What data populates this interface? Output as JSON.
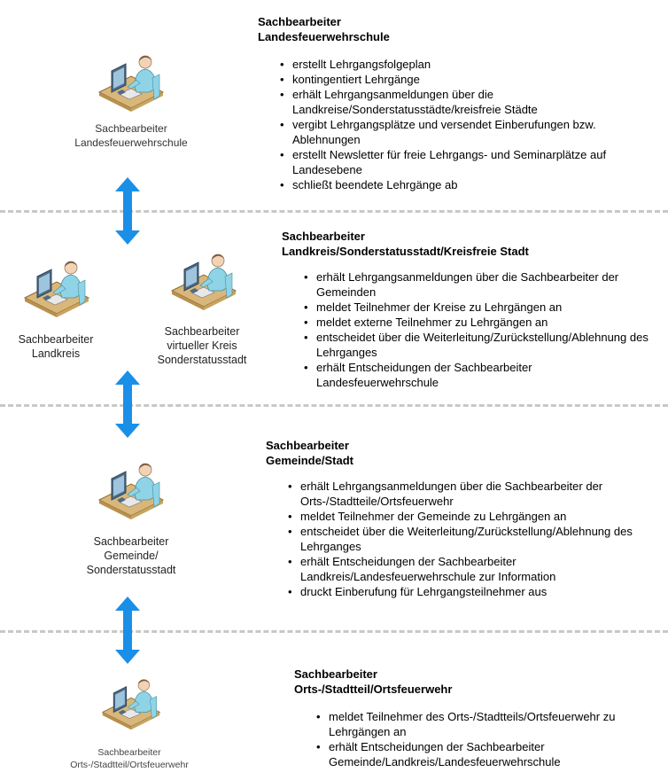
{
  "colors": {
    "arrow": "#1a8fe8",
    "separator": "#c8c8c8",
    "desk": "#d9b77a",
    "person": "#8fd4e6",
    "monitor": "#4d6b85"
  },
  "icons": {
    "role": "clerk-at-computer-icon",
    "connector": "double-arrow-vertical-icon"
  },
  "levels": [
    {
      "title": [
        "Sachbearbeiter",
        "Landesfeuerwehrschule"
      ],
      "caption": [
        "Sachbearbeiter",
        "Landesfeuerwehrschule"
      ],
      "tasks": [
        "erstellt Lehrgangsfolgeplan",
        "kontingentiert Lehrgänge",
        "erhält Lehrgangsanmeldungen über die Landkreise/Sonderstatusstädte/kreisfreie Städte",
        "vergibt Lehrgangsplätze und versendet Einberufungen bzw. Ablehnungen",
        "erstellt Newsletter für freie Lehrgangs- und Seminarplätze auf Landesebene",
        "schließt beendete Lehrgänge ab"
      ]
    },
    {
      "title": [
        "Sachbearbeiter",
        "Landkreis/Sonderstatusstadt/Kreisfreie Stadt"
      ],
      "caption_left": [
        "Sachbearbeiter",
        "Landkreis"
      ],
      "caption_right": [
        "Sachbearbeiter",
        "virtueller Kreis",
        "Sonderstatusstadt"
      ],
      "tasks": [
        "erhält Lehrgangsanmeldungen über die Sachbearbeiter der Gemeinden",
        "meldet Teilnehmer der Kreise zu Lehrgängen an",
        "meldet externe Teilnehmer zu Lehrgängen an",
        "entscheidet über die Weiterleitung/Zurückstellung/Ablehnung des Lehrganges",
        "erhält Entscheidungen der Sachbearbeiter Landesfeuerwehrschule"
      ]
    },
    {
      "title": [
        "Sachbearbeiter",
        "Gemeinde/Stadt"
      ],
      "caption": [
        "Sachbearbeiter",
        "Gemeinde/",
        "Sonderstatusstadt"
      ],
      "tasks": [
        "erhält Lehrgangsanmeldungen über die Sachbearbeiter der Orts-/Stadtteile/Ortsfeuerwehr",
        "meldet Teilnehmer der Gemeinde zu Lehrgängen an",
        "entscheidet über die Weiterleitung/Zurückstellung/Ablehnung des Lehrganges",
        "erhält Entscheidungen der Sachbearbeiter Landkreis/Landesfeuerwehrschule zur Information",
        "druckt Einberufung für Lehrgangsteilnehmer aus"
      ]
    },
    {
      "title": [
        "Sachbearbeiter",
        "Orts-/Stadtteil/Ortsfeuerwehr"
      ],
      "caption": [
        "Sachbearbeiter",
        "Orts-/Stadtteil/Ortsfeuerwehr"
      ],
      "tasks": [
        "meldet Teilnehmer des Orts-/Stadtteils/Ortsfeuerwehr zu Lehrgängen an",
        "erhält Entscheidungen der Sachbearbeiter Gemeinde/Landkreis/Landesfeuerwehrschule"
      ]
    }
  ]
}
